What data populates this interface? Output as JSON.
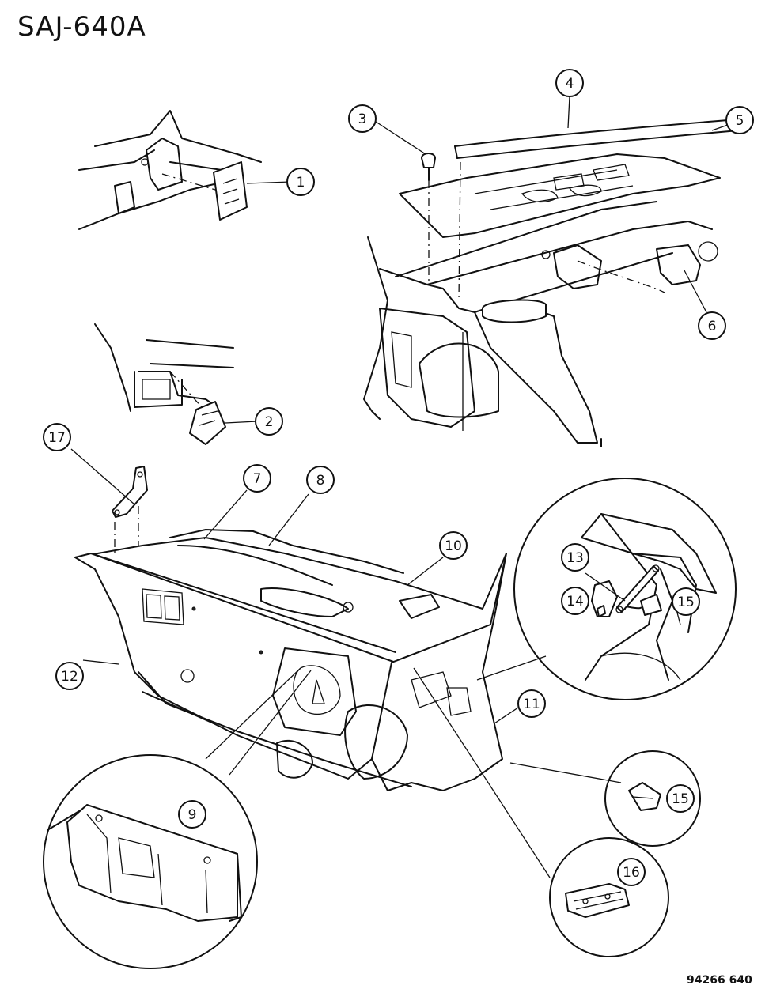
{
  "header": {
    "code": "SAJ-640A"
  },
  "footer": {
    "ref": "94266 640"
  },
  "callouts": [
    "1",
    "2",
    "3",
    "4",
    "5",
    "6",
    "7",
    "8",
    "9",
    "10",
    "11",
    "12",
    "13",
    "14",
    "15",
    "15",
    "16",
    "17"
  ]
}
